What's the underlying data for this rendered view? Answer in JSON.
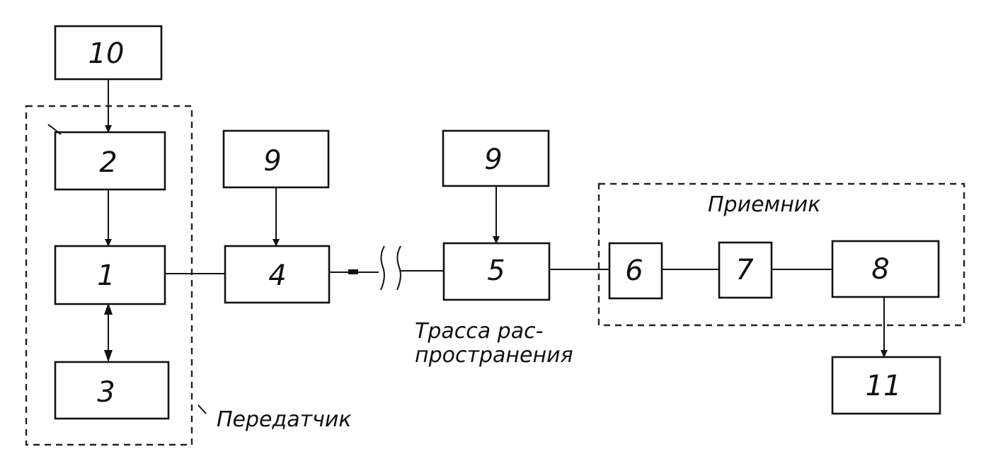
{
  "blocks": [
    {
      "id": "b10",
      "label": "10"
    },
    {
      "id": "b2",
      "label": "2"
    },
    {
      "id": "b1",
      "label": "1"
    },
    {
      "id": "b3",
      "label": "3"
    },
    {
      "id": "b9a",
      "label": "9"
    },
    {
      "id": "b4",
      "label": "4"
    },
    {
      "id": "b9b",
      "label": "9"
    },
    {
      "id": "b5",
      "label": "5"
    },
    {
      "id": "b6",
      "label": "6"
    },
    {
      "id": "b7",
      "label": "7"
    },
    {
      "id": "b8",
      "label": "8"
    },
    {
      "id": "b11",
      "label": "11"
    }
  ],
  "groups": {
    "transmitter": "Передатчик",
    "receiver": "Приемник"
  },
  "path_label": {
    "line1": "Трасса рас-",
    "line2": "пространения"
  }
}
